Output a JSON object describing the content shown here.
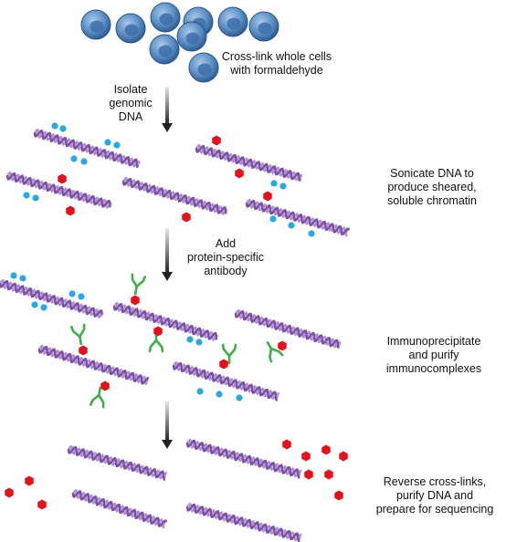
{
  "labels": {
    "crosslink": [
      "Cross-link whole cells",
      "with formaldehyde"
    ],
    "isolate": [
      "Isolate",
      "genomic",
      "DNA"
    ],
    "sonicate": [
      "Sonicate DNA to",
      "produce sheared,",
      "soluble chromatin"
    ],
    "add_antibody": [
      "Add",
      "protein-specific",
      "antibody"
    ],
    "immunoprecipitate": [
      "Immunoprecipitate",
      "and purify",
      "immunocomplexes"
    ],
    "reverse": [
      "Reverse cross-links,",
      "purify DNA and",
      "prepare for sequencing"
    ]
  },
  "colors": {
    "cell_fill": "#5b8fc6",
    "cell_nucleus": "#3f6fa8",
    "dna": "#7b4fa3",
    "protein_red": "#e3131b",
    "protein_blue": "#2aa8e0",
    "antibody": "#3fae49",
    "arrow": "#555555"
  },
  "icons": [
    "cell-icon",
    "dna-helix-icon",
    "red-protein-icon",
    "blue-protein-icon",
    "antibody-icon",
    "down-arrow-icon"
  ]
}
